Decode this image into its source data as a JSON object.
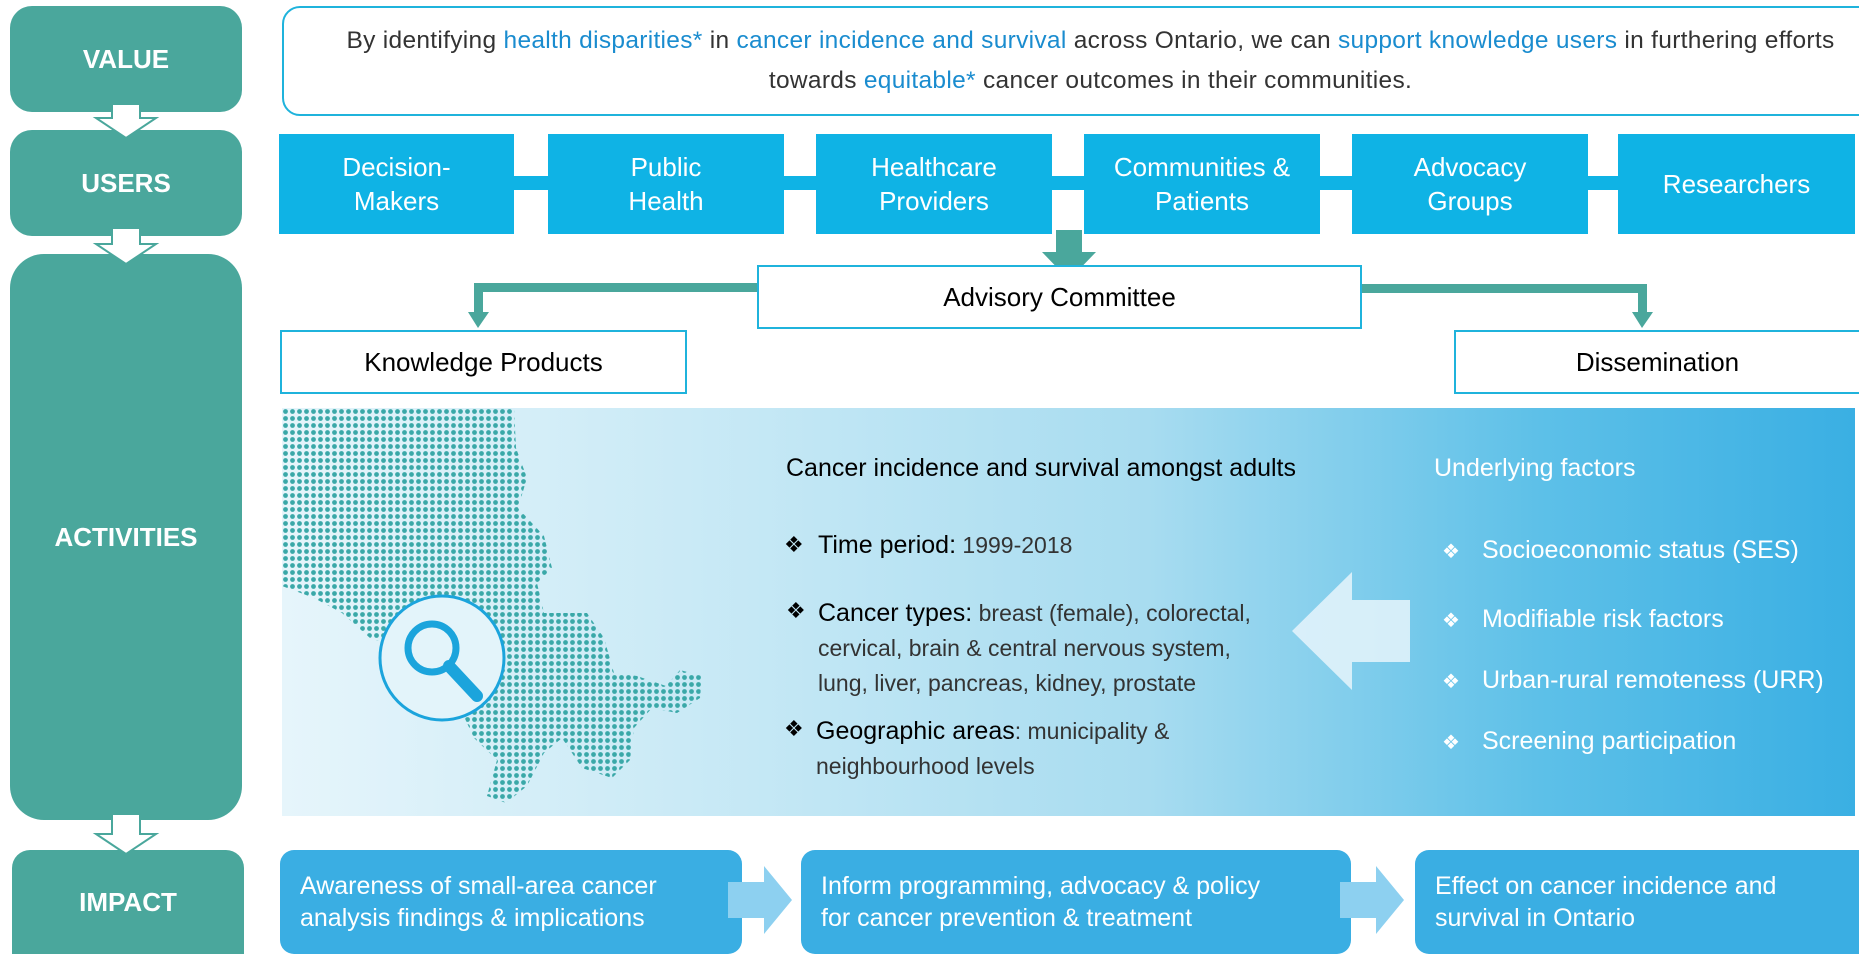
{
  "stages": {
    "value": "VALUE",
    "users": "USERS",
    "activities": "ACTIVITIES",
    "impact": "IMPACT"
  },
  "value_statement": {
    "part1": "By identifying ",
    "hl1": "health disparities*",
    "part2": " in ",
    "hl2": "cancer incidence and survival",
    "part3": " across Ontario, we can ",
    "hl3": "support knowledge users",
    "part4": " in furthering efforts towards ",
    "hl4": "equitable*",
    "part5": " cancer outcomes in their communities."
  },
  "users": [
    {
      "line1": "Decision-",
      "line2": "Makers"
    },
    {
      "line1": "Public",
      "line2": "Health"
    },
    {
      "line1": "Healthcare",
      "line2": "Providers"
    },
    {
      "line1": "Communities &",
      "line2": "Patients"
    },
    {
      "line1": "Advocacy",
      "line2": "Groups"
    },
    {
      "line1": "Researchers",
      "line2": ""
    }
  ],
  "advisory_committee": "Advisory Committee",
  "knowledge_products": "Knowledge Products",
  "dissemination": "Dissemination",
  "activities": {
    "title": "Cancer incidence and survival amongst adults",
    "time_label": "Time period:",
    "time_value": " 1999-2018",
    "types_label": "Cancer types:",
    "types_value_1": " breast (female), colorectal,",
    "types_value_2": "cervical, brain & central nervous system,",
    "types_value_3": "lung, liver, pancreas, kidney, prostate",
    "geo_label": "Geographic areas",
    "geo_value_1": ": municipality &",
    "geo_value_2": "neighbourhood levels"
  },
  "underlying": {
    "title": "Underlying  factors",
    "items": [
      "Socioeconomic status (SES)",
      "Modifiable risk factors",
      "Urban-rural remoteness (URR)",
      "Screening participation"
    ]
  },
  "impact": [
    {
      "line1": "Awareness of small-area cancer",
      "line2": "analysis findings & implications"
    },
    {
      "line1": "Inform programming, advocacy & policy",
      "line2": "for cancer prevention & treatment"
    },
    {
      "line1": "Effect on cancer incidence and",
      "line2": "survival in Ontario"
    }
  ],
  "colors": {
    "teal": "#4aa79c",
    "cyan": "#0fb3e5",
    "impact_blue": "#3aaee3",
    "highlight_text": "#1a8ccf"
  }
}
